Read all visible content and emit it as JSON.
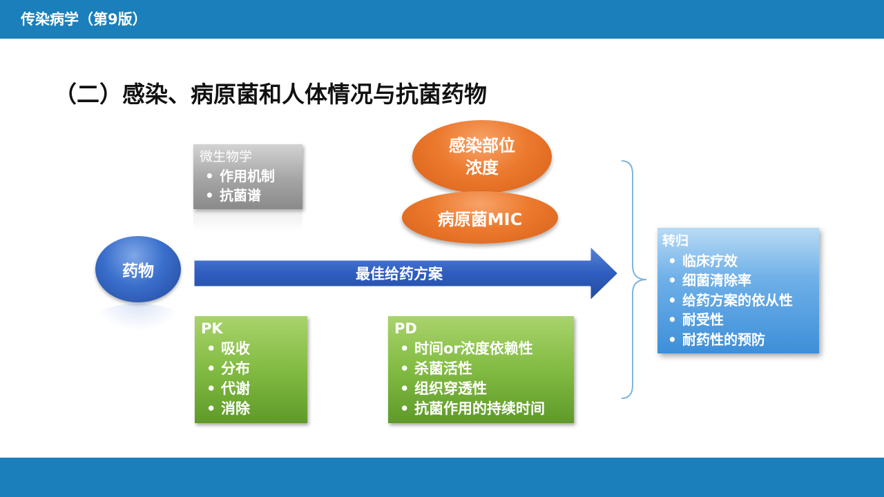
{
  "header": {
    "course_title": "传染病学（第9版）"
  },
  "slide": {
    "title": "（二）感染、病原菌和人体情况与抗菌药物"
  },
  "microbiology": {
    "heading": "微生物学",
    "items": [
      "作用机制",
      "抗菌谱"
    ]
  },
  "infection_site": {
    "line1": "感染部位",
    "line2": "浓度"
  },
  "pathogen_mic": {
    "label": "病原菌MIC"
  },
  "drug": {
    "label": "药物"
  },
  "arrow": {
    "label": "最佳给药方案"
  },
  "pk": {
    "heading": "PK",
    "items": [
      "吸收",
      "分布",
      "代谢",
      "消除"
    ]
  },
  "pd": {
    "heading": "PD",
    "items": [
      "时间or浓度依赖性",
      "杀菌活性",
      "组织穿透性",
      "抗菌作用的持续时间"
    ]
  },
  "outcome": {
    "heading": "转归",
    "items": [
      "临床疗效",
      "细菌清除率",
      "给药方案的依从性",
      "耐受性",
      "耐药性的预防"
    ]
  },
  "colors": {
    "header_bar": "#1a7fba",
    "orange": "#ec7a2e",
    "blue_drug": "#3a6fcc",
    "green": "#82bb42",
    "outcome_blue": "#3d8fd9",
    "arrow_blue": "#2f5ec0"
  }
}
